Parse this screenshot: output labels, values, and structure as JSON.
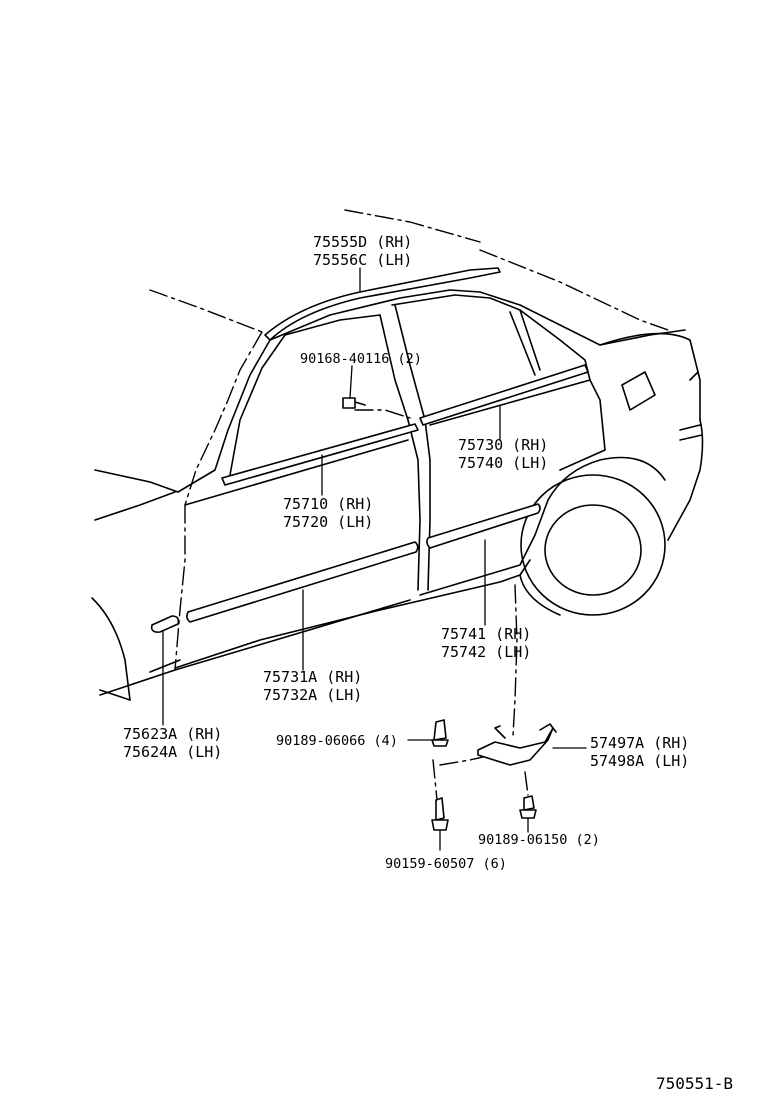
{
  "diagram": {
    "figure_id": "750551-B",
    "parts": [
      {
        "id": "roof_molding",
        "lines": [
          "75555D (RH)",
          "75556C (LH)"
        ]
      },
      {
        "id": "bolt_top",
        "lines": [
          "90168-40116 (2)"
        ]
      },
      {
        "id": "rear_belt",
        "lines": [
          "75730 (RH)",
          "75740 (LH)"
        ]
      },
      {
        "id": "front_belt",
        "lines": [
          "75710 (RH)",
          "75720 (LH)"
        ]
      },
      {
        "id": "rear_door_mold",
        "lines": [
          "75741 (RH)",
          "75742 (LH)"
        ]
      },
      {
        "id": "front_door_mold",
        "lines": [
          "75731A (RH)",
          "75732A (LH)"
        ]
      },
      {
        "id": "fender_mold",
        "lines": [
          "75623A (RH)",
          "75624A (LH)"
        ]
      },
      {
        "id": "clip_upper",
        "lines": [
          "90189-06066 (4)"
        ]
      },
      {
        "id": "mudguard",
        "lines": [
          "57497A (RH)",
          "57498A (LH)"
        ]
      },
      {
        "id": "clip_lower",
        "lines": [
          "90189-06150 (2)"
        ]
      },
      {
        "id": "screw",
        "lines": [
          "90159-60507 (6)"
        ]
      }
    ]
  }
}
